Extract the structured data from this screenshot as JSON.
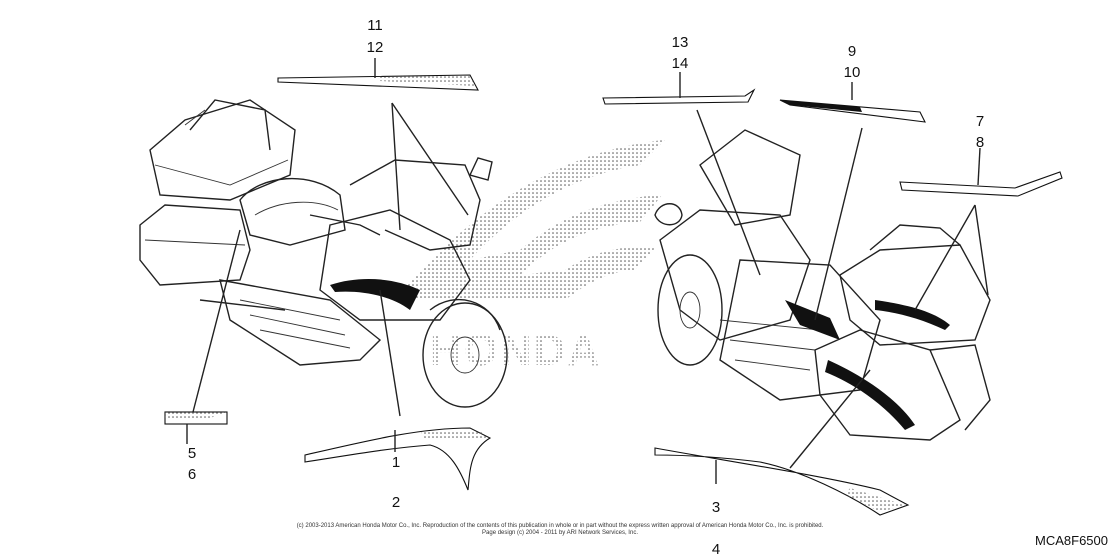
{
  "callouts": {
    "c1": "1",
    "c2": "2",
    "c3": "3",
    "c4": "4",
    "c5": "5",
    "c6": "6",
    "c7": "7",
    "c8": "8",
    "c9": "9",
    "c10": "10",
    "c11": "11",
    "c12": "12",
    "c13": "13",
    "c14": "14"
  },
  "footer": {
    "line1": "(c) 2003-2013 American Honda Motor Co., Inc. Reproduction of the contents of this publication in whole or in part without the express written approval of American Honda Motor Co., Inc. is prohibited.",
    "line2": "Page design (c) 2004 - 2011 by ARI Network Services, Inc."
  },
  "diagram_code": "MCA8F6500",
  "watermark": {
    "text": "HONDA"
  },
  "icons": [
    "motorcycle-left-view",
    "motorcycle-right-view",
    "honda-wing-logo"
  ]
}
